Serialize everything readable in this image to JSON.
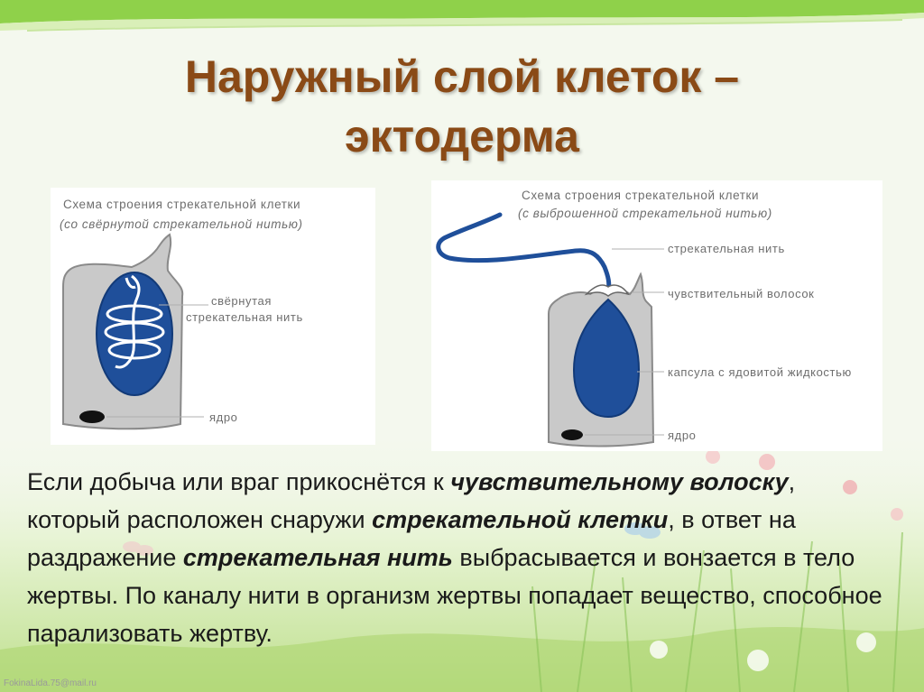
{
  "title": {
    "line1": "Наружный слой клеток –",
    "line2": "эктодерма"
  },
  "left_figure": {
    "caption_line1": "Схема строения стрекательной клетки",
    "caption_line2": "(со свёрнутой стрекательной нитью)",
    "label_thread_1": "свёрнутая",
    "label_thread_2": "стрекательная нить",
    "label_nucleus": "ядро"
  },
  "right_figure": {
    "caption_line1": "Схема строения стрекательной клетки",
    "caption_line2": "(с выброшенной стрекательной нитью)",
    "label_thread": "стрекательная нить",
    "label_hair": "чувствительный волосок",
    "label_capsule": "капсула с ядовитой жидкостью",
    "label_nucleus": "ядро"
  },
  "body": {
    "p1": "Если добыча или враг прикоснётся к ",
    "e1": "чувствительному волоску",
    "p2": ", который расположен снаружи ",
    "e2": "стрекательной клетки",
    "p3": ", в ответ на раздражение ",
    "e3": "стрекательная нить",
    "p4": " выбрасывается и вонзается в тело жертвы. По каналу нити в организм жертвы попадает вещество, способное парализовать жертву."
  },
  "watermark": "FokinaLida.75@mail.ru",
  "colors": {
    "title": "#8a4a16",
    "cell_body": "#c9c9c9",
    "capsule": "#1f4f9a",
    "green_band": "#7cc23a"
  },
  "icons": {
    "left_cell": "stinging-cell-coiled-thread",
    "right_cell": "stinging-cell-discharged-thread"
  }
}
